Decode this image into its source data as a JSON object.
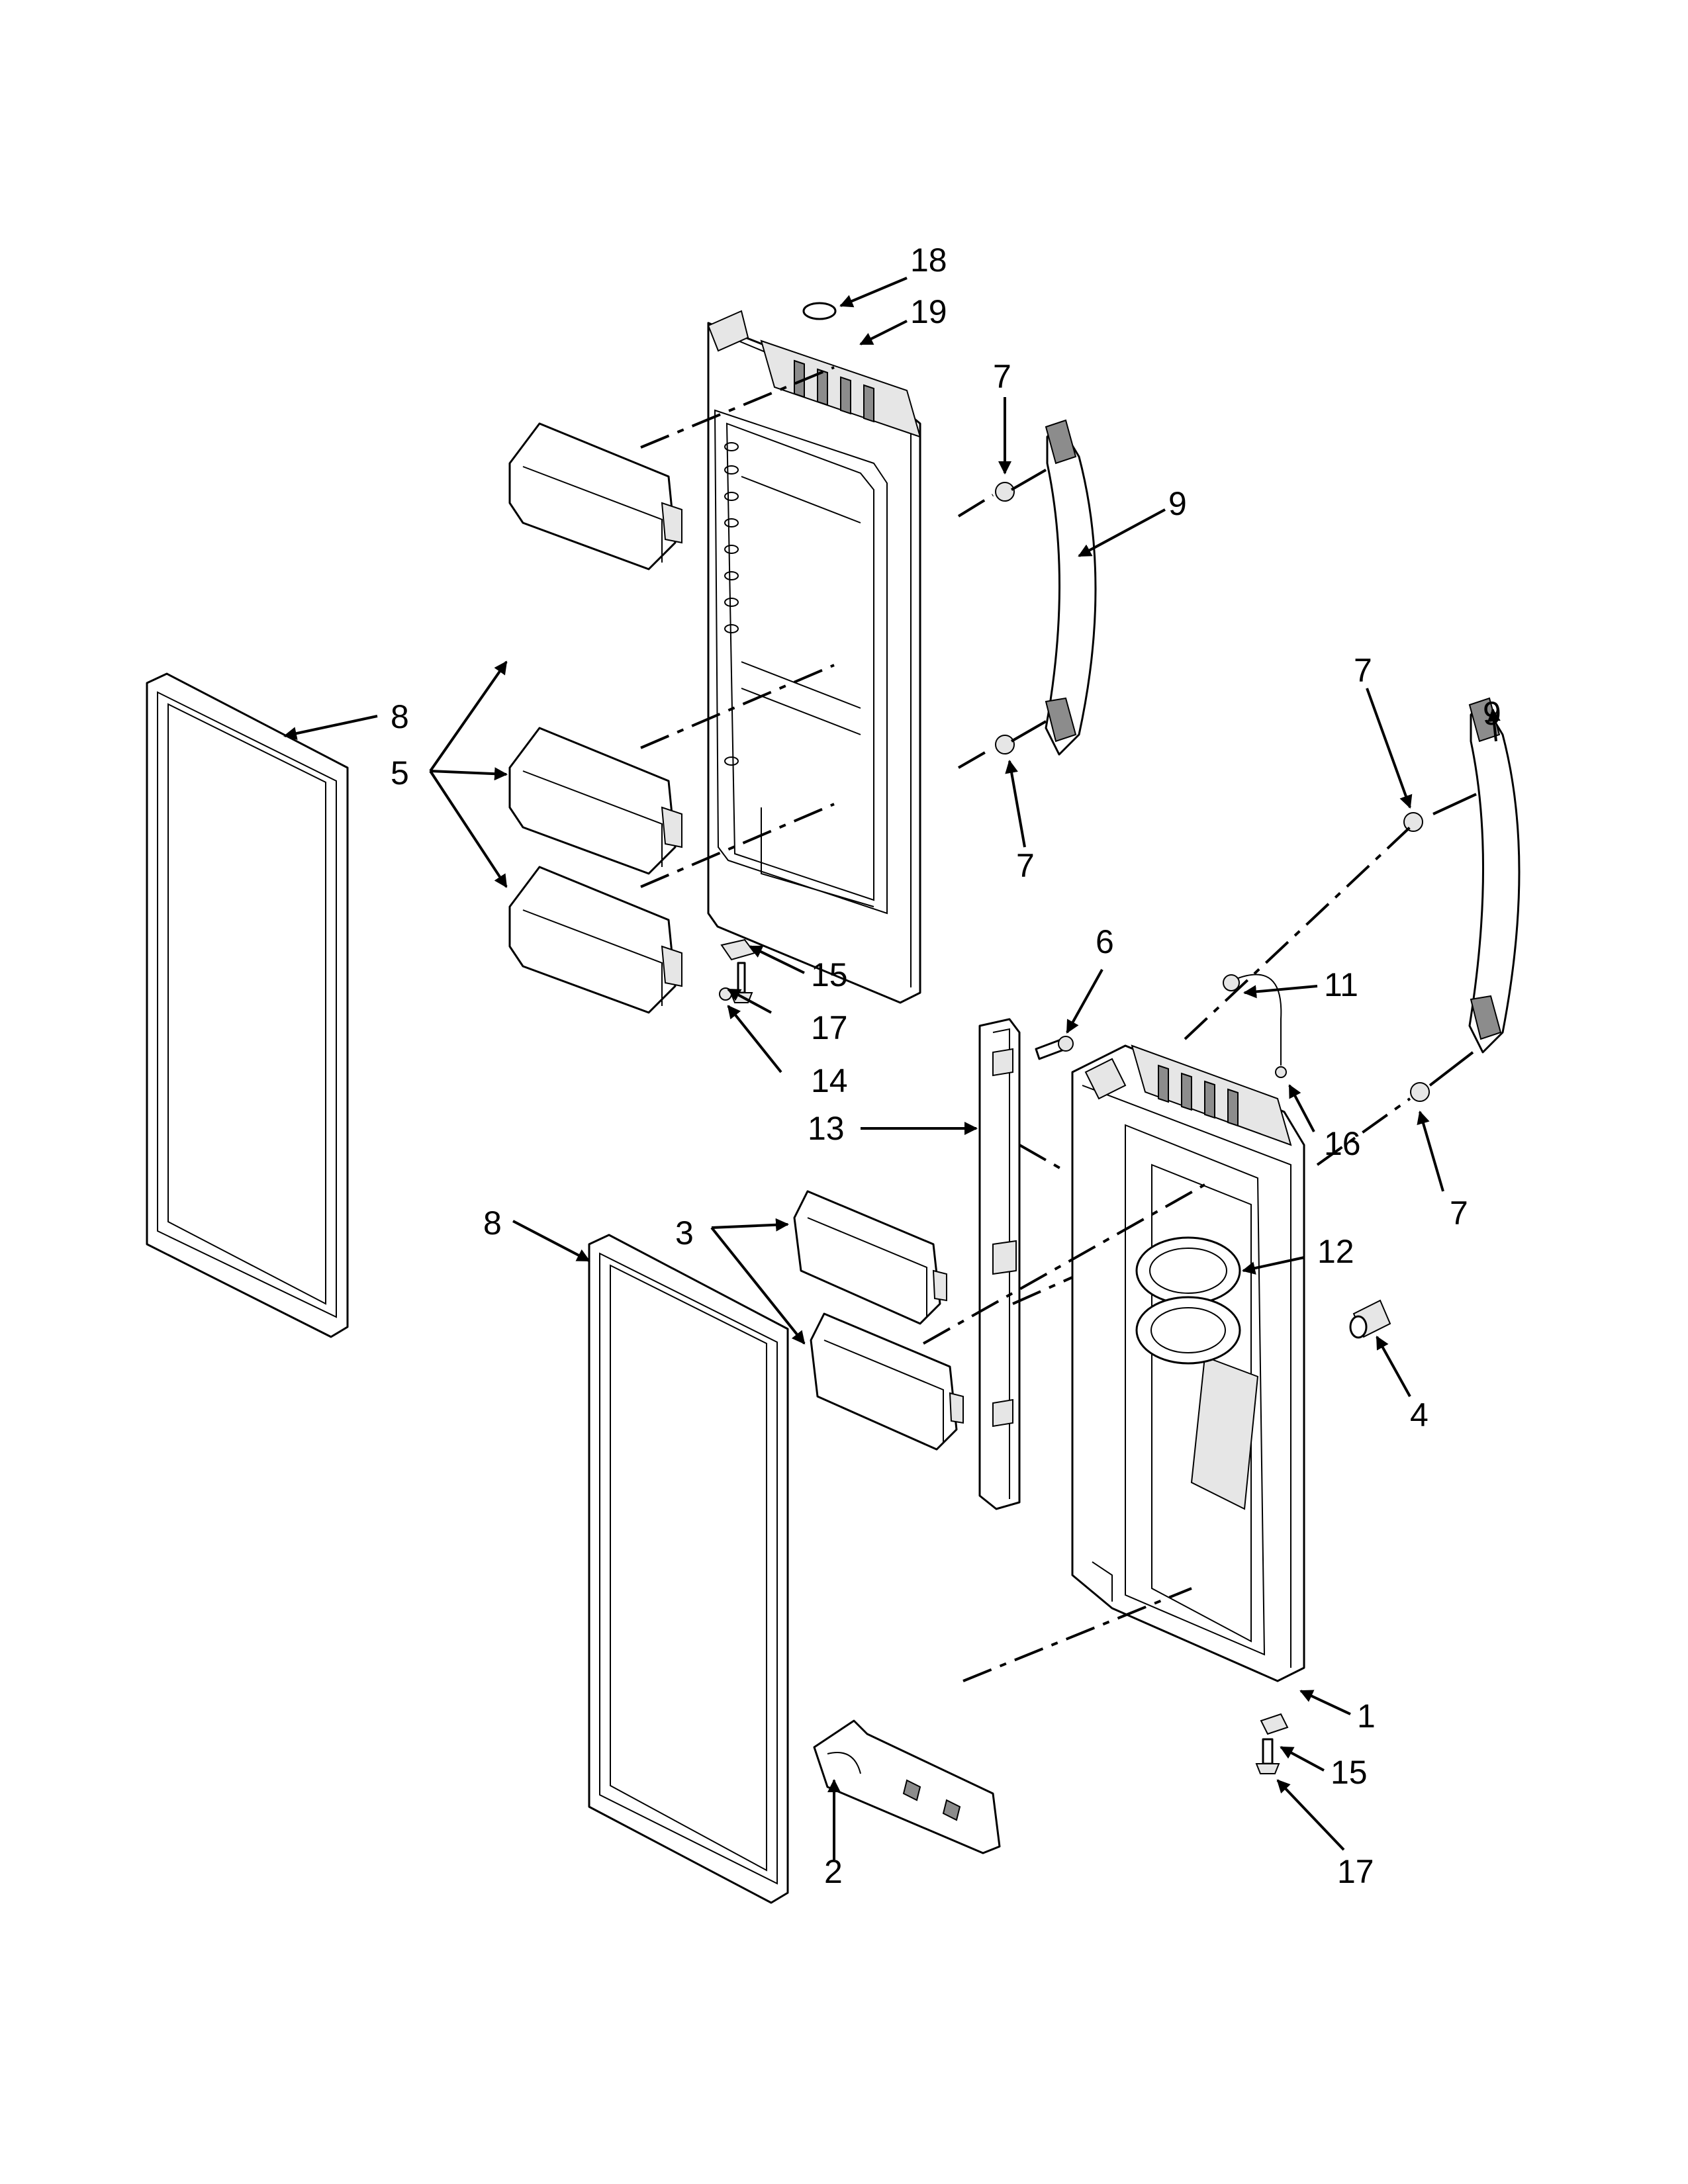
{
  "callouts": {
    "c1": "1",
    "c2": "2",
    "c3": "3",
    "c4": "4",
    "c5": "5",
    "c6": "6",
    "c7a": "7",
    "c7b": "7",
    "c7c": "7",
    "c7d": "7",
    "c8a": "8",
    "c8b": "8",
    "c9a": "9",
    "c9b": "9",
    "c11": "11",
    "c12": "12",
    "c13": "13",
    "c14": "14",
    "c15a": "15",
    "c15b": "15",
    "c16": "16",
    "c17a": "17",
    "c17b": "17",
    "c18": "18",
    "c19": "19"
  }
}
